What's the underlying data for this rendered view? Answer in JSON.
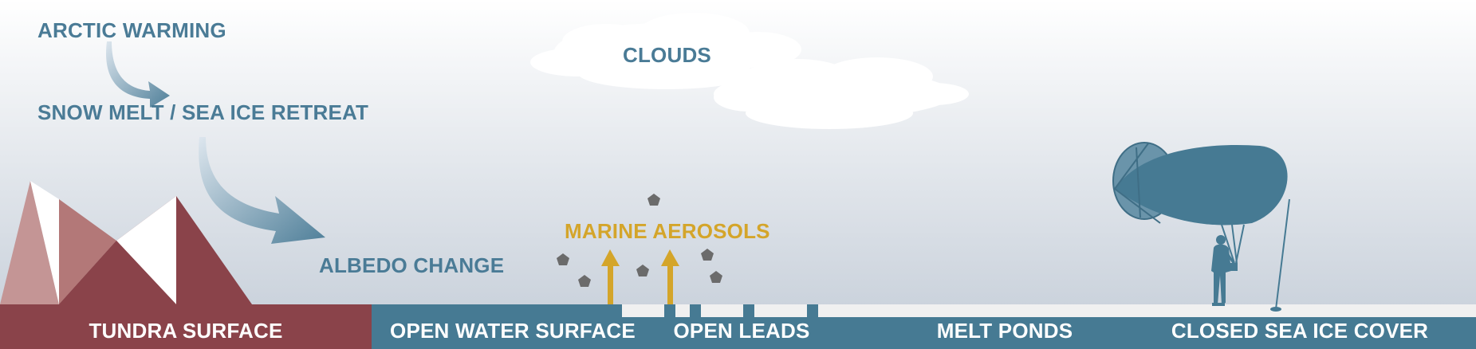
{
  "labels": {
    "arctic_warming": "ARCTIC WARMING",
    "snow_melt": "SNOW MELT / SEA ICE RETREAT",
    "albedo_change": "ALBEDO CHANGE",
    "clouds": "CLOUDS",
    "marine_aerosols": "MARINE AEROSOLS"
  },
  "surfaces": {
    "tundra": "TUNDRA SURFACE",
    "open_water": "OPEN WATER SURFACE",
    "open_leads": "OPEN LEADS",
    "melt_ponds": "MELT PONDS",
    "closed_ice": "CLOSED SEA ICE COVER"
  },
  "colors": {
    "tundra": "#8a434a",
    "ocean": "#467a93",
    "label_blue": "#4a7b96",
    "aerosol_gold": "#d4a52a",
    "particle": "#6b6b6b",
    "ice": "#f0f0f0"
  },
  "icons": [
    "curved-arrow-icon",
    "mountain-icon",
    "cloud-icon",
    "aerosol-particle-icon",
    "up-arrow-icon",
    "tethered-balloon-icon",
    "researcher-icon"
  ]
}
